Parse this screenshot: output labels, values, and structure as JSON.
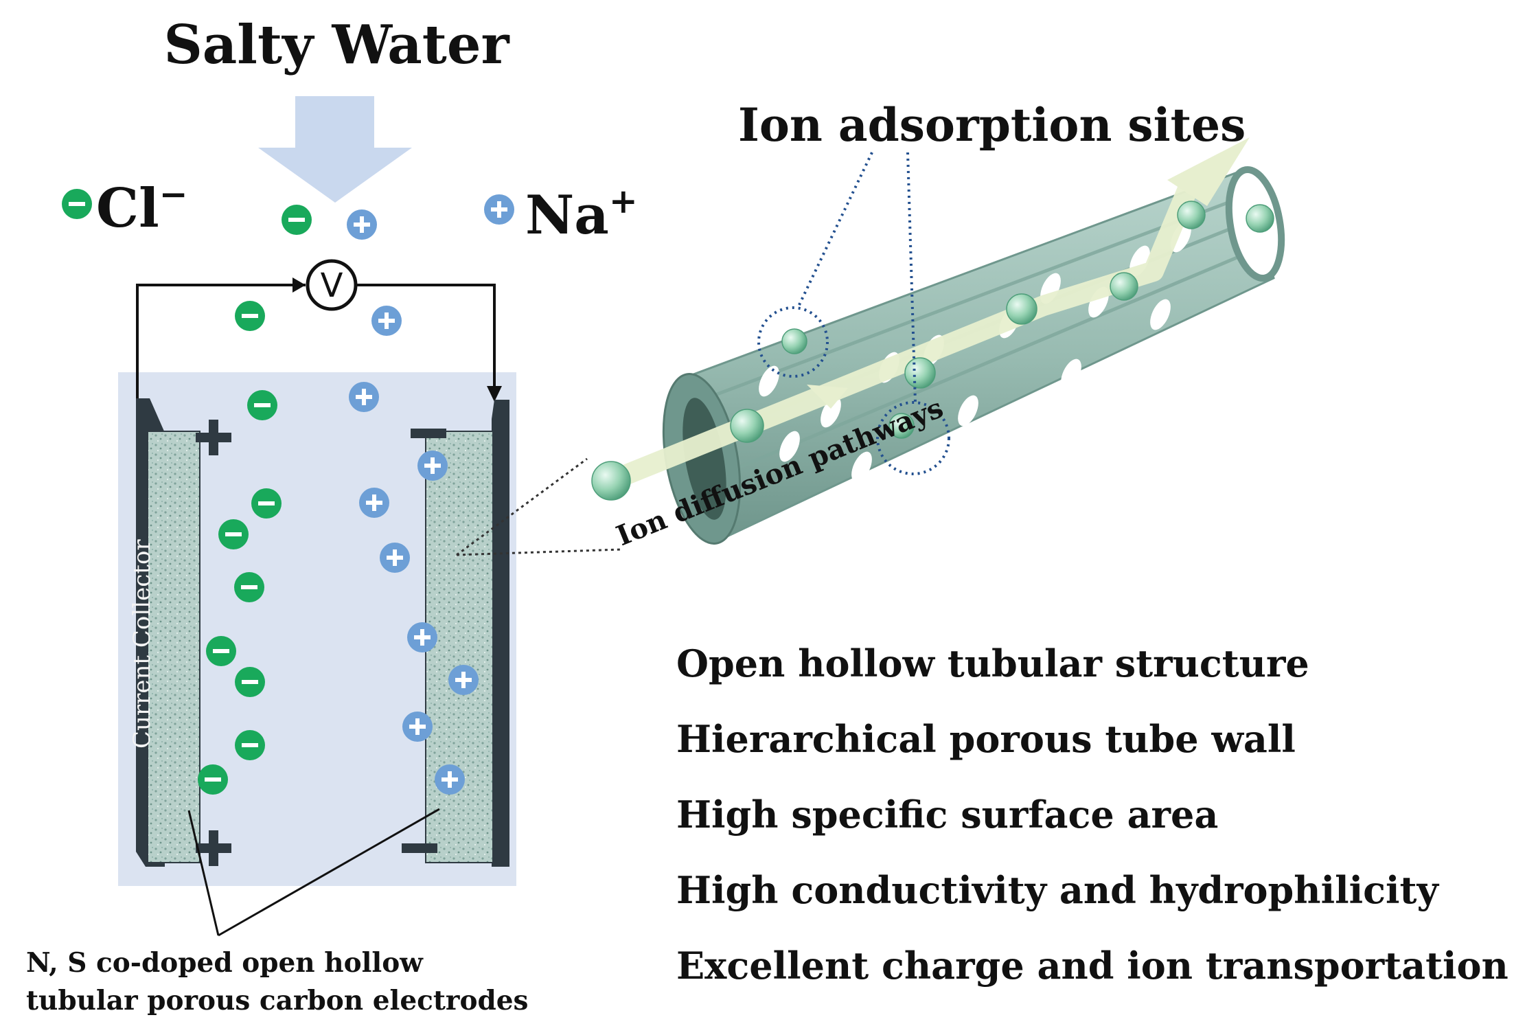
{
  "title": "Salty Water",
  "ions": {
    "anion_symbol": "Cl",
    "anion_charge": "−",
    "cation_symbol": "Na",
    "cation_charge": "+"
  },
  "voltmeter_label": "V",
  "collector_label": "Current Collector",
  "electrode_label_line1": "N, S co-doped open hollow",
  "electrode_label_line2": "tubular porous carbon electrodes",
  "tube": {
    "adsorption_label": "Ion adsorption sites",
    "diffusion_label": "Ion diffusion pathways"
  },
  "features": [
    "Open hollow tubular structure",
    "Hierarchical porous tube wall",
    "High specific surface area",
    "High conductivity and hydrophilicity",
    "Excellent charge and ion transportation ability"
  ],
  "colors": {
    "cell_fill": "#dbe3f1",
    "anion": "#19a95b",
    "cation": "#6d9fd6",
    "electrode": "#b6cec8",
    "collector": "#2f3a42",
    "tube": "#9fc1b8",
    "tube_dark": "#6f978d",
    "arrow_in": "#c9d8ee",
    "pathway_arrow": "#e7efcf",
    "dotted": "#23508f"
  }
}
